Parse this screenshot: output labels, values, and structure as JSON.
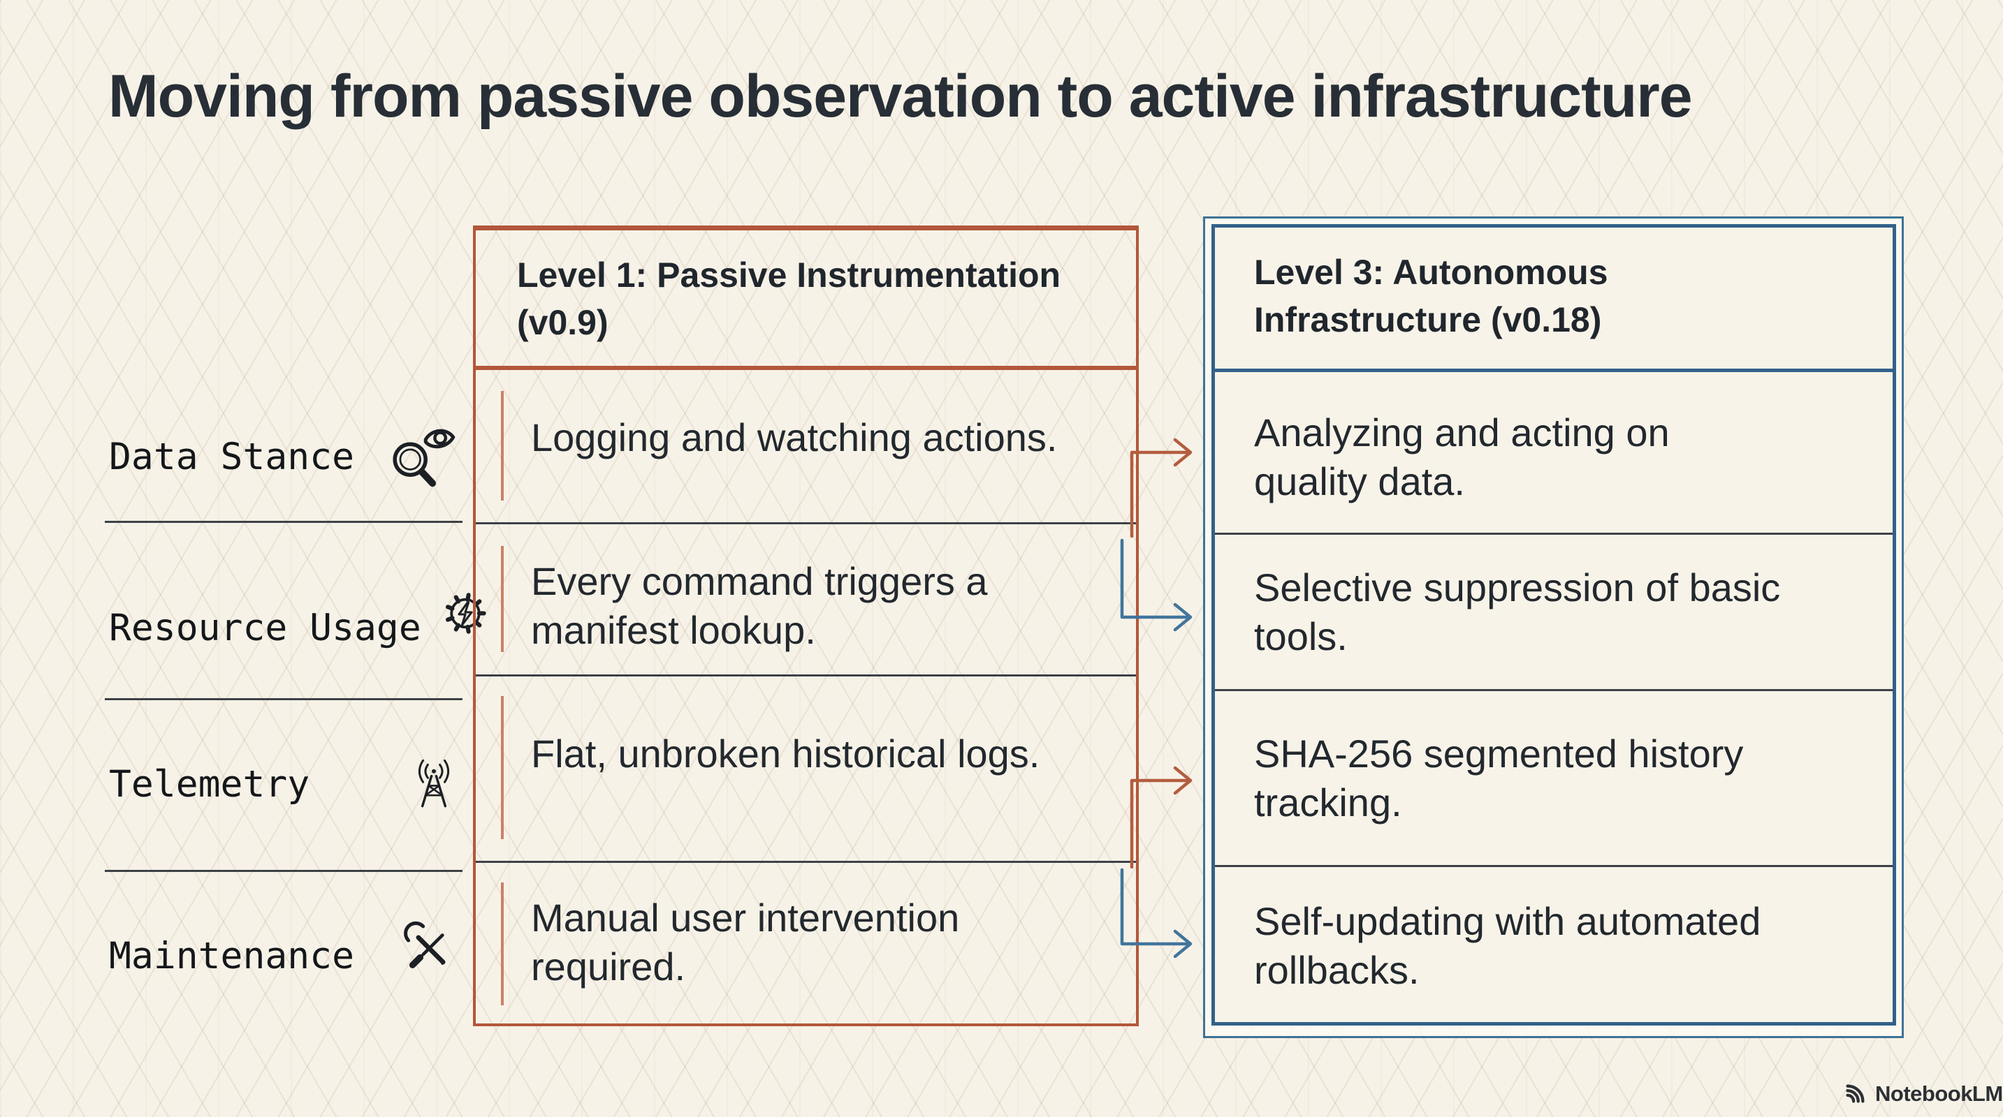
{
  "slide": {
    "title": "Moving from passive observation to active infrastructure",
    "watermark_label": "NotebookLM"
  },
  "comparison": {
    "left_header_lines": [
      "Level 1: Passive Instrumentation",
      "(v0.9)"
    ],
    "right_header_lines": [
      "Level 3: Autonomous",
      "Infrastructure (v0.18)"
    ],
    "rows": [
      {
        "label": "Data Stance",
        "icon": "search-eye-icon",
        "level1_lines": [
          "Logging and watching actions.",
          ""
        ],
        "level3_lines": [
          "Analyzing and acting on",
          "quality data."
        ],
        "arrow_color": "#b45c3e"
      },
      {
        "label": "Resource Usage",
        "icon": "gear-bolt-icon",
        "level1_lines": [
          "Every command triggers a",
          "manifest lookup."
        ],
        "level3_lines": [
          "Selective suppression of basic",
          "tools."
        ],
        "arrow_color": "#41759c"
      },
      {
        "label": "Telemetry",
        "icon": "radio-tower-icon",
        "level1_lines": [
          "Flat, unbroken historical logs.",
          ""
        ],
        "level3_lines": [
          "SHA-256 segmented history",
          "tracking."
        ],
        "arrow_color": "#b45c3e"
      },
      {
        "label": "Maintenance",
        "icon": "wrench-screwdriver-icon",
        "level1_lines": [
          "Manual user intervention",
          "required."
        ],
        "level3_lines": [
          "Self-updating with automated",
          "rollbacks."
        ],
        "arrow_color": "#41759c"
      }
    ]
  },
  "colors": {
    "background": "#f7f2e7",
    "level1_border": "#b3573a",
    "level1_accent_bar": "#cc8066",
    "level3_border_outer": "#3e7296",
    "level3_border_inner": "#32618a",
    "row_divider": "#3d4247",
    "arrow_red": "#b45c3e",
    "arrow_blue": "#41759c",
    "text": "#22282e"
  }
}
